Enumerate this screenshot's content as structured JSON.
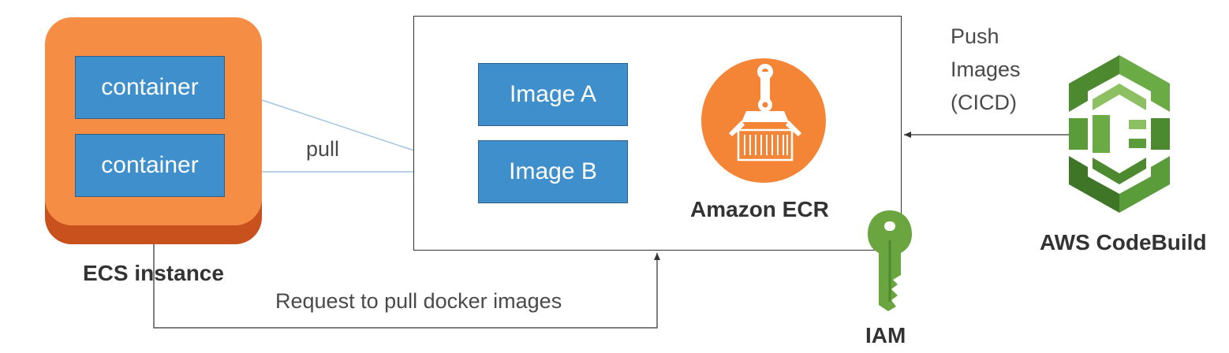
{
  "ecs": {
    "containers": [
      "container",
      "container"
    ],
    "label": "ECS instance"
  },
  "ecr": {
    "images": [
      "Image A",
      "Image B"
    ],
    "label": "Amazon ECR"
  },
  "arrows": {
    "pull": "pull",
    "request": "Request to pull docker images",
    "push_lines": [
      "Push",
      "Images",
      "(CICD)"
    ]
  },
  "codebuild": {
    "label": "AWS CodeBuild"
  },
  "iam": {
    "label": "IAM"
  },
  "colors": {
    "ecs_orange": "#f58d45",
    "ecs_shadow": "#c8511d",
    "box_blue": "#3f8fcd",
    "codebuild_green": "#5b9c3a",
    "iam_green": "#6aa53f",
    "ecr_orange": "#f58536"
  },
  "icons": {
    "ecr": "ecr-robot-arm-icon",
    "codebuild": "codebuild-icon",
    "iam": "iam-key-icon"
  }
}
